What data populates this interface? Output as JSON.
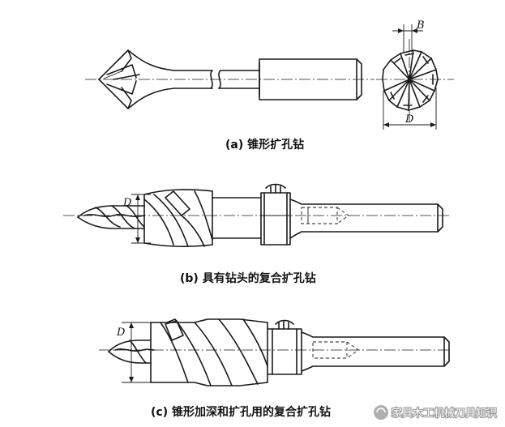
{
  "figures": [
    {
      "caption": "(a) 锥形扩孔钻"
    },
    {
      "caption": "(b) 具有钻头的复合扩孔钻"
    },
    {
      "caption": "(c) 锥形加深和扩孔用的复合扩孔钻"
    }
  ],
  "dimensions": {
    "a_width": "B",
    "a_diameter": "D",
    "b_diameter": "D",
    "c_diameter": "D"
  },
  "watermark": "家具木工机械刀具知识"
}
